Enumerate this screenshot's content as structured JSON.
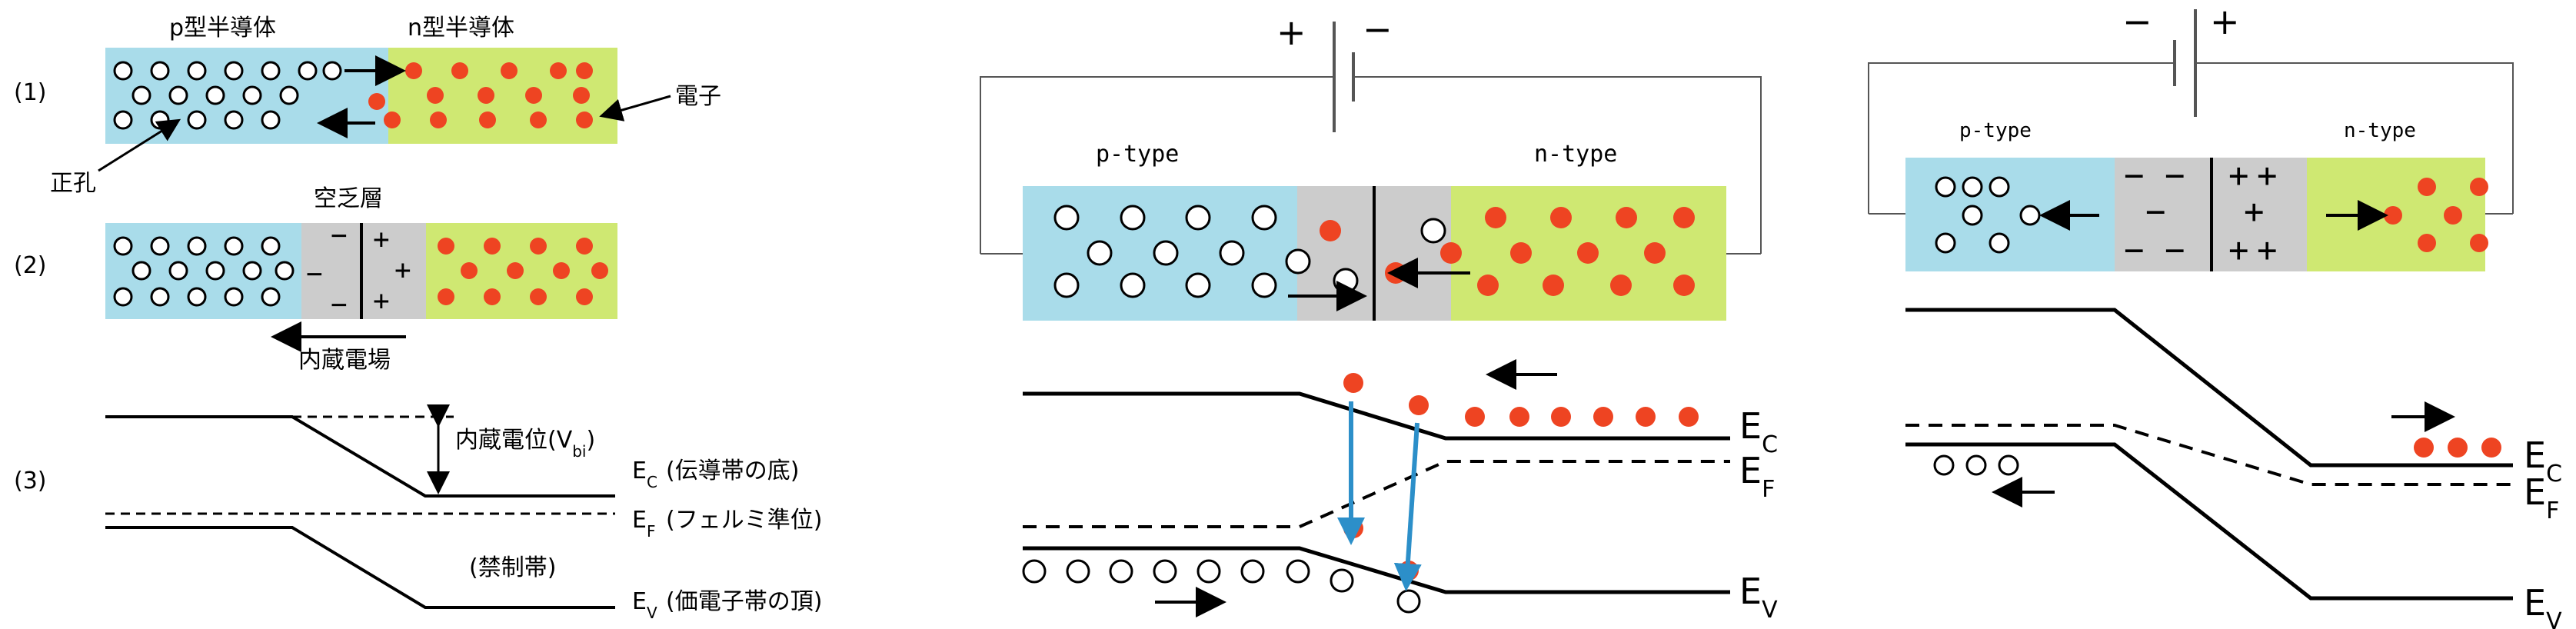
{
  "colors": {
    "p_region": "#a9dcea",
    "n_region": "#cfe872",
    "depletion": "#cccccc",
    "electron": "#ee4422",
    "hole_fill": "#ffffff",
    "transition_arrow": "#2c8fc9",
    "line": "#000000"
  },
  "left": {
    "label_p": "p型半導体",
    "label_n": "n型半導体",
    "step1": "(1)",
    "step2": "(2)",
    "step3": "(3)",
    "electron_label": "電子",
    "hole_label": "正孔",
    "depletion_label": "空乏層",
    "builtin_field_label": "内蔵電場",
    "minus_sign": "−",
    "plus_sign": "+",
    "vbi_label": "内蔵電位(V",
    "vbi_sub": "bi",
    "vbi_close": ")",
    "ec_main": "E",
    "ec_sub": "C",
    "ec_desc": "(伝導帯の底)",
    "ef_sub": "F",
    "ef_desc": "(フェルミ準位)",
    "ev_sub": "V",
    "ev_desc": "(価電子帯の頂)",
    "bandgap_label": "(禁制帯)"
  },
  "middle": {
    "battery_plus": "+",
    "battery_minus": "−",
    "p_type": "p-type",
    "n_type": "n-type",
    "ec_main": "E",
    "ec_sub": "C",
    "ef_sub": "F",
    "ev_sub": "V"
  },
  "right": {
    "battery_minus": "−",
    "battery_plus": "+",
    "p_type": "p-type",
    "n_type": "n-type",
    "minus_sign": "−",
    "plus_sign": "+",
    "ec_main": "E",
    "ec_sub": "C",
    "ef_sub": "F",
    "ev_sub": "V"
  }
}
